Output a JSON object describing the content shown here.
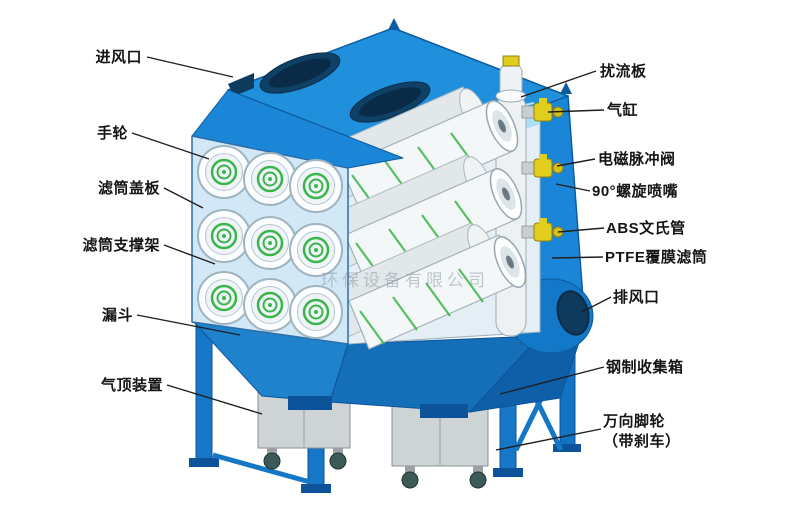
{
  "page": {
    "background": "#ffffff",
    "description": "Annotated cutaway diagram of a cartridge filter dust collector"
  },
  "watermark": {
    "text": "环保设备有限公司"
  },
  "labels": {
    "left": [
      {
        "id": "air-inlet",
        "text": "进风口"
      },
      {
        "id": "handwheel",
        "text": "手轮"
      },
      {
        "id": "filter-cover-plate",
        "text": "滤筒盖板"
      },
      {
        "id": "filter-support-frame",
        "text": "滤筒支撑架"
      },
      {
        "id": "hopper",
        "text": "漏斗"
      },
      {
        "id": "air-jacking-device",
        "text": "气顶装置"
      }
    ],
    "right": [
      {
        "id": "baffle-plate",
        "text": "扰流板"
      },
      {
        "id": "air-cylinder",
        "text": "气缸"
      },
      {
        "id": "solenoid-pulse-valve",
        "text": "电磁脉冲阀"
      },
      {
        "id": "spiral-nozzle-90deg",
        "text": "90°螺旋喷嘴"
      },
      {
        "id": "abs-venturi-tube",
        "text": "ABS文氏管"
      },
      {
        "id": "ptfe-coated-filter-cartridge",
        "text": "PTFE覆膜滤筒"
      },
      {
        "id": "exhaust-outlet",
        "text": "排风口"
      },
      {
        "id": "steel-collection-box",
        "text": "钢制收集箱"
      },
      {
        "id": "universal-caster",
        "text": "万向脚轮",
        "text2": "（带刹车）"
      }
    ]
  },
  "colors": {
    "machine_blue": "#1b86d8",
    "machine_blue_dark": "#0d5ca0",
    "panel_light_blue": "#d2e8f6",
    "cartridge_green": "#3bb54a",
    "valve_yellow": "#e0cd1c",
    "collection_box_gray": "#ced3d5",
    "label_text": "#151515",
    "leader_line": "#1f1f1f"
  }
}
